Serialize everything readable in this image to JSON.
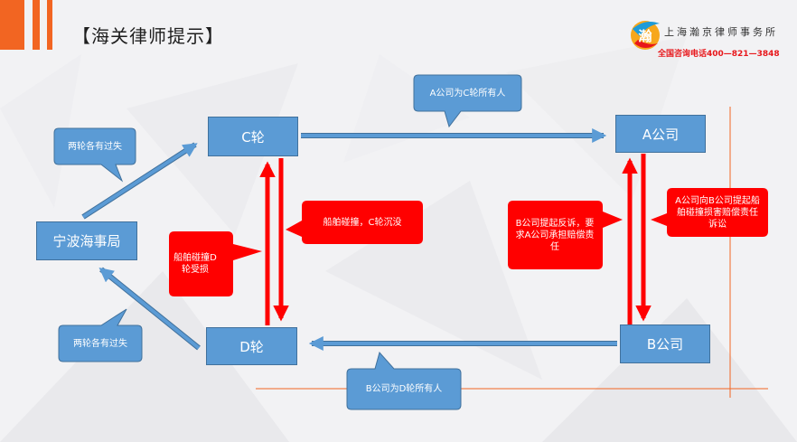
{
  "header": {
    "title": "【海关律师提示】",
    "logo_char": "瀚",
    "logo_name": "上海瀚京律师事务所",
    "logo_phone": "全国咨询电话400—821—3848"
  },
  "nodes": {
    "c_ship": "C轮",
    "a_company": "A公司",
    "ningbo": "宁波海事局",
    "d_ship": "D轮",
    "b_company": "B公司"
  },
  "callouts": {
    "a_owns_c": "A公司为C轮所有人",
    "both_fault_top": "两轮各有过失",
    "both_fault_bottom": "两轮各有过失",
    "collision_c_sunk": "船舶碰撞，C轮沉没",
    "collision_d_damaged": "船舶碰撞D轮受损",
    "b_counterclaim": "B公司提起反诉，要求A公司承担赔偿责任",
    "a_sues_b": "A公司向B公司提起船舶碰撞损害赔偿责任诉讼",
    "b_owns_d": "B公司为D轮所有人"
  },
  "colors": {
    "node_fill": "#5b9bd5",
    "node_border": "#41719c",
    "arrow_blue": "#5b9bd5",
    "arrow_red": "#ff0000",
    "callout_red": "#ff0000",
    "accent_orange": "#f26522"
  }
}
